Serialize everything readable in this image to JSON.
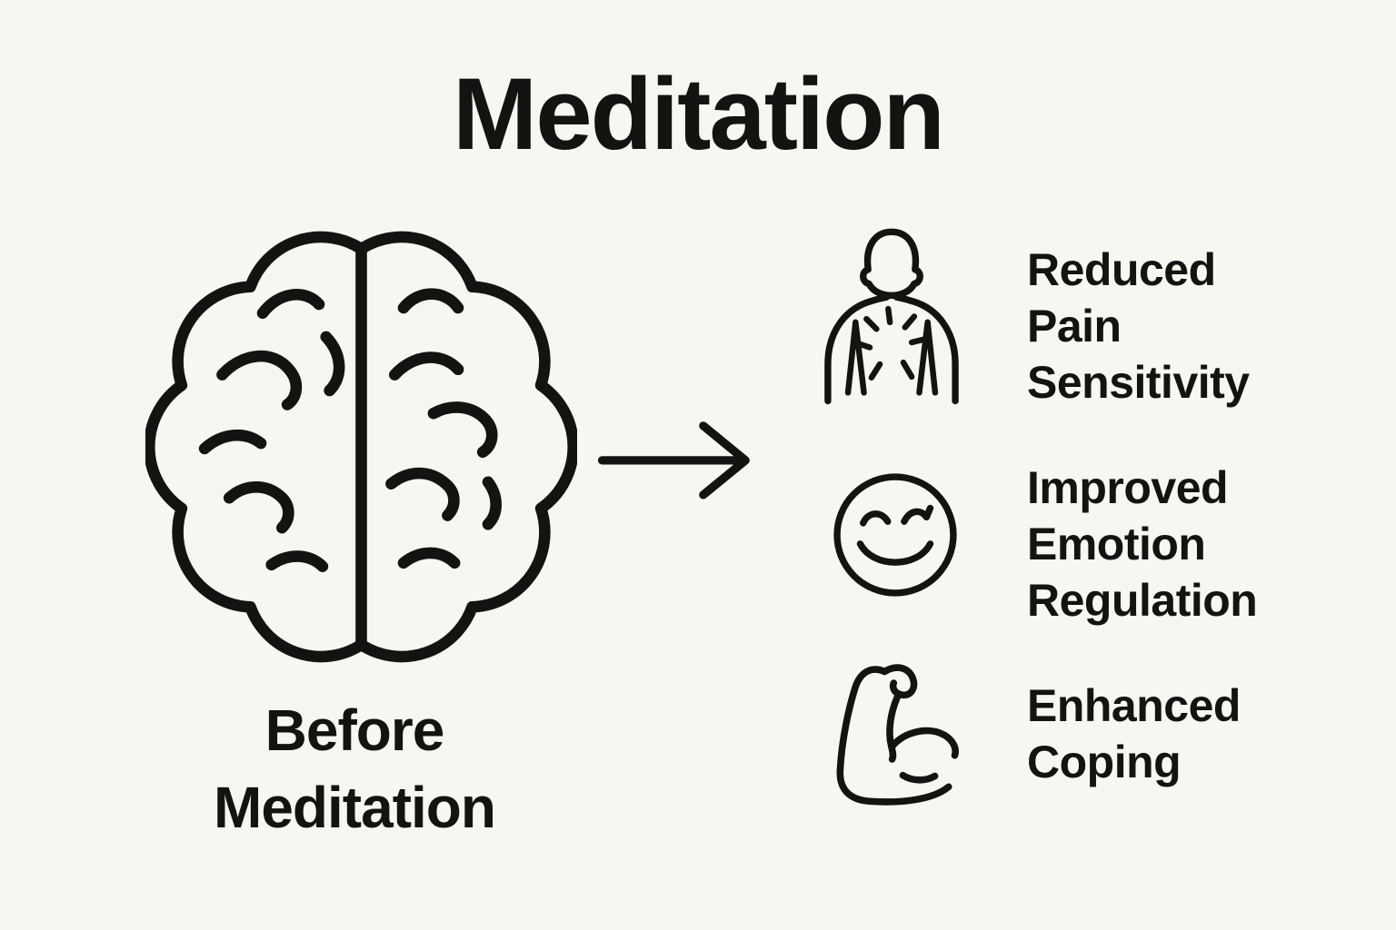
{
  "title": "Meditation",
  "colors": {
    "background": "#f8f6f0",
    "ink": "#151312"
  },
  "before_label": {
    "line1": "Before",
    "line2": "Meditation"
  },
  "icons": {
    "left_figure": "brain-top-view-icon",
    "connector": "right-arrow-icon"
  },
  "benefits": [
    {
      "icon": "pain-sensitivity-person-icon",
      "lines": [
        "Reduced",
        "Pain",
        "Sensitivity"
      ]
    },
    {
      "icon": "smiling-face-icon",
      "lines": [
        "Improved",
        "Emotion",
        "Regulation"
      ]
    },
    {
      "icon": "flexed-bicep-icon",
      "lines": [
        "Enhanced",
        "Coping"
      ]
    }
  ]
}
